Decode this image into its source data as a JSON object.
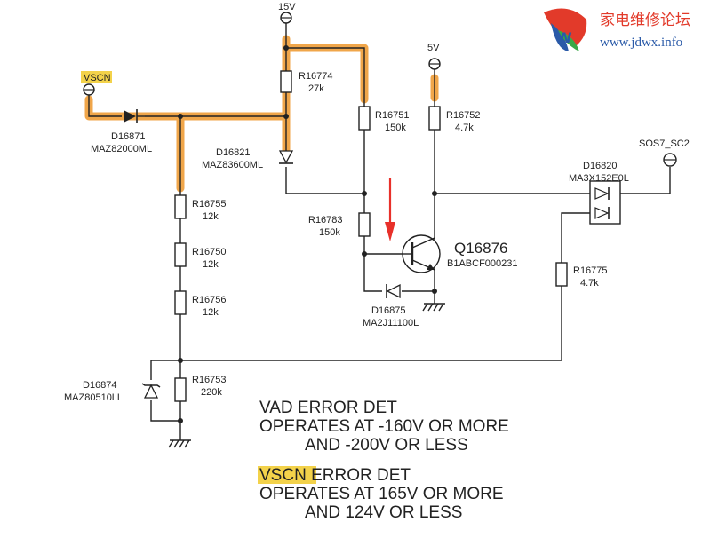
{
  "watermark": {
    "site_name": "家电维修论坛",
    "url": "www.jdwx.info"
  },
  "supplies": {
    "v15": "15V",
    "v5": "5V",
    "vscn": "VSCN",
    "sos": "SOS7_SC2"
  },
  "components": {
    "d16871": {
      "ref": "D16871",
      "part": "MAZ82000ML"
    },
    "r16774": {
      "ref": "R16774",
      "value": "27k"
    },
    "d16821": {
      "ref": "D16821",
      "part": "MAZ83600ML"
    },
    "r16751": {
      "ref": "R16751",
      "value": "150k"
    },
    "r16752": {
      "ref": "R16752",
      "value": "4.7k"
    },
    "r16755": {
      "ref": "R16755",
      "value": "12k"
    },
    "r16750": {
      "ref": "R16750",
      "value": "12k"
    },
    "r16756": {
      "ref": "R16756",
      "value": "12k"
    },
    "r16783": {
      "ref": "R16783",
      "value": "150k"
    },
    "q16876": {
      "ref": "Q16876",
      "part": "B1ABCF000231"
    },
    "d16875": {
      "ref": "D16875",
      "part": "MA2J11100L"
    },
    "d16820": {
      "ref": "D16820",
      "part": "MA3X152E0L"
    },
    "r16775": {
      "ref": "R16775",
      "value": "4.7k"
    },
    "d16874": {
      "ref": "D16874",
      "part": "MAZ80510LL"
    },
    "r16753": {
      "ref": "R16753",
      "value": "220k"
    }
  },
  "notes": {
    "vad_line1": "VAD ERROR DET",
    "vad_line2": "OPERATES AT -160V OR MORE",
    "vad_line3": "AND -200V OR LESS",
    "vscn_prefix": "VSCN",
    "vscn_line1_rest": " ERROR DET",
    "vscn_line2": "OPERATES AT 165V OR MORE",
    "vscn_line3": "AND 124V OR LESS"
  },
  "colors": {
    "highlight": "#f0a64a",
    "wire": "#222222",
    "arrow": "#e8302a",
    "label_highlight": "#f3d24a"
  }
}
